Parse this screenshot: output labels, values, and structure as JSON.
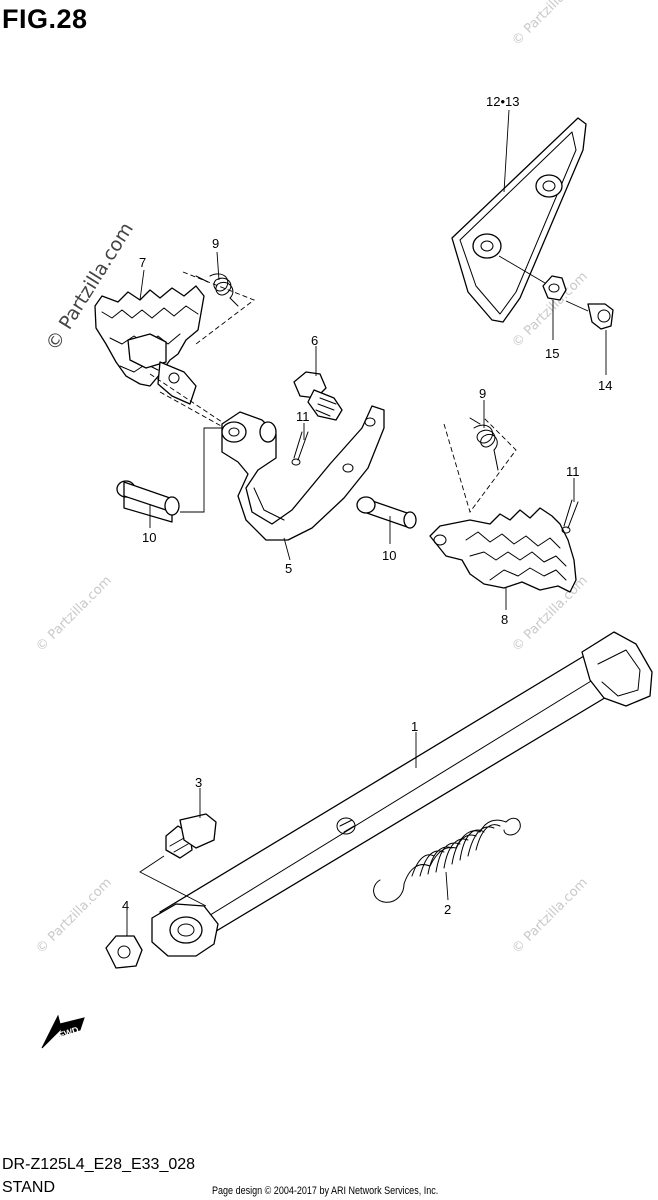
{
  "figure": {
    "title": "FIG.28",
    "code": "DR-Z125L4_E28_E33_028",
    "name": "STAND",
    "credit": "Page design © 2004-2017 by ARI Network Services, Inc."
  },
  "watermark": {
    "small_text": "© Partzilla.com",
    "large_text": "© Partzilla.com"
  },
  "callouts": {
    "c1": "1",
    "c2": "2",
    "c3": "3",
    "c4": "4",
    "c5": "5",
    "c6": "6",
    "c7": "7",
    "c8": "8",
    "c9a": "9",
    "c9b": "9",
    "c10a": "10",
    "c10b": "10",
    "c11a": "11",
    "c11b": "11",
    "c1213": "12•13",
    "c14": "14",
    "c15": "15"
  },
  "fwd_label": "FWD"
}
